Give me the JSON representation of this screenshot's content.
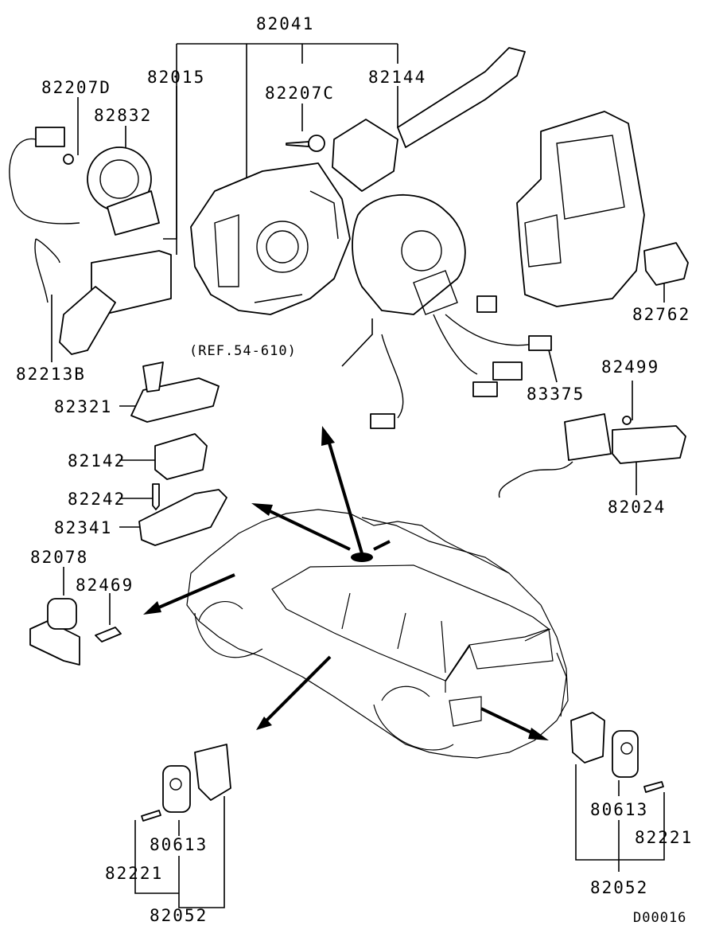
{
  "diagram_code": "D00016",
  "reference_label": "(REF.54-610)",
  "parts": [
    {
      "id": "p-82041",
      "label": "82041"
    },
    {
      "id": "p-82015",
      "label": "82015"
    },
    {
      "id": "p-82207C",
      "label": "82207C"
    },
    {
      "id": "p-82144",
      "label": "82144"
    },
    {
      "id": "p-82207D",
      "label": "82207D"
    },
    {
      "id": "p-82832",
      "label": "82832"
    },
    {
      "id": "p-82213B",
      "label": "82213B"
    },
    {
      "id": "p-82762",
      "label": "82762"
    },
    {
      "id": "p-83375",
      "label": "83375"
    },
    {
      "id": "p-82321",
      "label": "82321"
    },
    {
      "id": "p-82142",
      "label": "82142"
    },
    {
      "id": "p-82242",
      "label": "82242"
    },
    {
      "id": "p-82341",
      "label": "82341"
    },
    {
      "id": "p-82499",
      "label": "82499"
    },
    {
      "id": "p-82024",
      "label": "82024"
    },
    {
      "id": "p-82078",
      "label": "82078"
    },
    {
      "id": "p-82469",
      "label": "82469"
    },
    {
      "id": "p-80613-l",
      "label": "80613"
    },
    {
      "id": "p-82221-l",
      "label": "82221"
    },
    {
      "id": "p-82052-l",
      "label": "82052"
    },
    {
      "id": "p-80613-r",
      "label": "80613"
    },
    {
      "id": "p-82221-r",
      "label": "82221"
    },
    {
      "id": "p-82052-r",
      "label": "82052"
    }
  ]
}
